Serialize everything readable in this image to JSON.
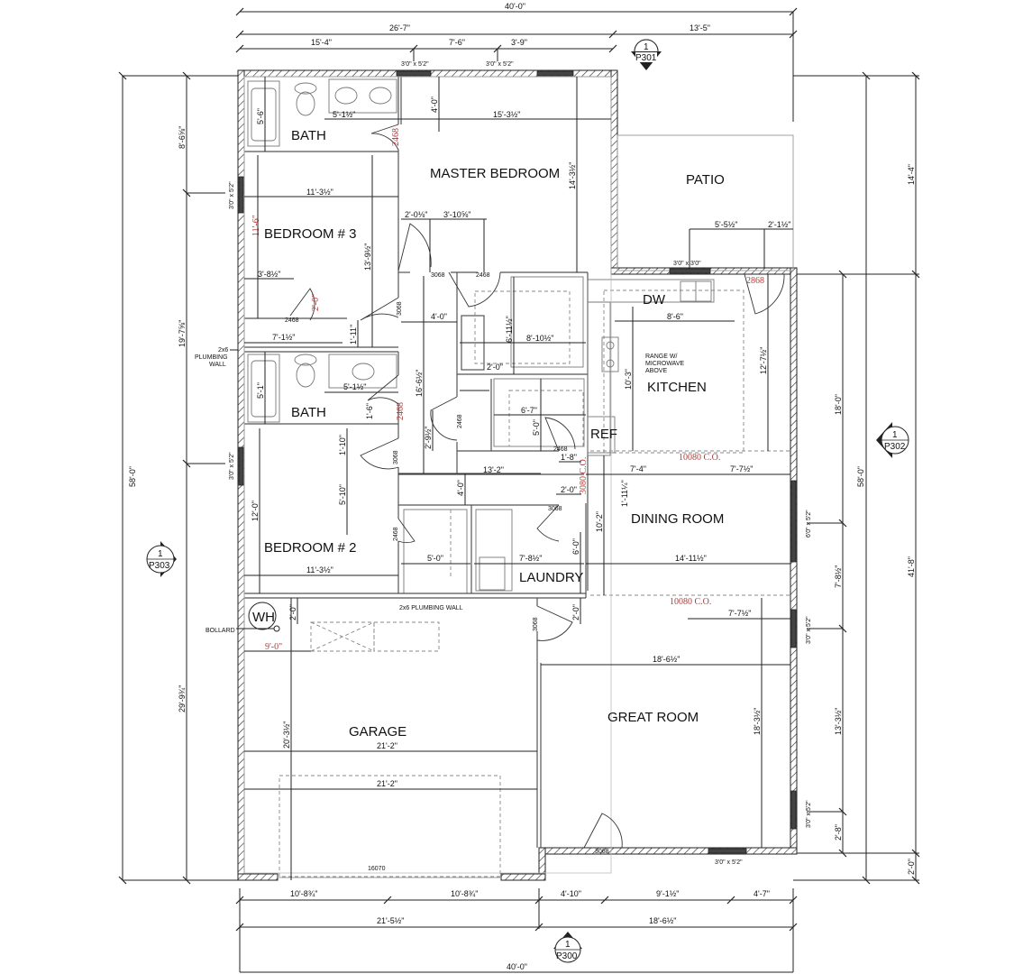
{
  "rooms": {
    "bath_upper": "BATH",
    "master_bedroom": "MASTER BEDROOM",
    "patio": "PATIO",
    "bedroom3": "BEDROOM # 3",
    "bath_lower": "BATH",
    "kitchen": "KITCHEN",
    "bedroom2": "BEDROOM # 2",
    "dining_room": "DINING ROOM",
    "laundry": "LAUNDRY",
    "garage": "GARAGE",
    "great_room": "GREAT ROOM"
  },
  "fixtures": {
    "dw": "DW",
    "ref": "REF",
    "wh": "WH",
    "range_line1": "RANGE W/",
    "range_line2": "MICROWAVE",
    "range_line3": "ABOVE",
    "bollard": "BOLLARD",
    "plumbing_wall_line1": "2x6",
    "plumbing_wall_line2": "PLUMBING",
    "plumbing_wall_line3": "WALL",
    "plumbing_wall_garage": "2x6 PLUMBING WALL"
  },
  "section_markers": {
    "top": {
      "num": "1",
      "sheet": "P301"
    },
    "right": {
      "num": "1",
      "sheet": "P302"
    },
    "left": {
      "num": "1",
      "sheet": "P303"
    },
    "bottom": {
      "num": "1",
      "sheet": "P300"
    }
  },
  "dimensions": {
    "top": {
      "overall": "40'-0\"",
      "left_part": "26'-7\"",
      "right_part": "13'-5\"",
      "seg1": "15'-4\"",
      "seg2": "7'-6\"",
      "seg3": "3'-9\"",
      "window1": "3'0\" x 5'2\"",
      "window2": "3'0\" x 5'2\""
    },
    "bottom": {
      "overall": "40'-0\"",
      "left_part": "21'-5½\"",
      "right_part": "18'-6½\"",
      "seg1": "10'-8¾\"",
      "seg2": "10'-8¾\"",
      "seg3": "4'-10\"",
      "seg4": "9'-1½\"",
      "seg5": "4'-7\"",
      "garage_door": "16070",
      "entry_door": "3068",
      "window": "3'0\" x 5'2\""
    },
    "left": {
      "overall": "58'-0\"",
      "seg1": "8'-6⅝\"",
      "seg2": "19'-7⅝\"",
      "seg3": "29'-9¾\"",
      "window1": "3'0\" x 5'2\"",
      "window2": "3'0\" x 5'2\""
    },
    "right": {
      "overall": "58'-0\"",
      "patio": "14'-4\"",
      "lower": "41'-8\"",
      "kitchen_seg": "18'-0\"",
      "seg_a": "7'-8½\"",
      "seg_b": "13'-3½\"",
      "seg_c": "2'-8\"",
      "bottom_off": "2'-0\"",
      "window_dining": "6'0\" x 5'2\"",
      "window_great1": "3'0\" x 5'2\"",
      "window_great2": "3'0\" x 5'2\""
    },
    "interior": {
      "bath_tub": "5'-6\"",
      "bath_vanity": "5'-1½\"",
      "bath_door": "2468",
      "master_4_0": "4'-0\"",
      "master_width": "15'-3½\"",
      "master_depth": "14'-3½\"",
      "master_2_0": "2'-0⅛\"",
      "master_3_10": "3'-10⅝\"",
      "bed3_width": "11'-3½\"",
      "bed3_red": "11'-6\"",
      "bed3_depth": "13'-9½\"",
      "bed3_3_8": "3'-8½\"",
      "bed3_closet_door": "2468",
      "bed3_red2": "2'-0\"",
      "bed3_closet": "7'-1½\"",
      "bed3_1_11": "1'-11\"",
      "hall_door1": "3068",
      "hall_door2": "3068",
      "wic_door": "2468",
      "hall_4_0": "4'-0\"",
      "wic_6_11": "6'-11½\"",
      "wic_8_10": "8'-10½\"",
      "hall_16_6": "16'-6½\"",
      "linen_2_0": "2'-0\"",
      "bath2_tub": "5'-1\"",
      "bath2_vanity": "5'-1½\"",
      "bath2_door": "2468",
      "bath2_1_6": "1'-6\"",
      "hall_2_9": "2'-9½\"",
      "linen_door": "2468",
      "pantry_6_7": "6'-7\"",
      "pantry_5_0": "5'-0\"",
      "pantry_door": "2468",
      "kitchen_8_6": "8'-6\"",
      "kitchen_10_3": "10'-3\"",
      "kitchen_12_7": "12'-7½\"",
      "kitchen_door": "2868",
      "patio_5_5": "5'-5½\"",
      "patio_2_1": "2'-1½\"",
      "patio_window": "3'0\" x 3'0\"",
      "co_upper": "10080 C.O.",
      "co_lower": "10080 C.O.",
      "co_side": "3080 C.O.",
      "hall_1_8": "1'-8\"",
      "hall_13_2": "13'-2\"",
      "hall_2_0": "2'-0\"",
      "laundry_door": "3068",
      "dining_7_4": "7'-4\"",
      "dining_7_7": "7'-7½\"",
      "dining_1_11": "1'-11¼\"",
      "dining_10_2": "10'-2\"",
      "dining_14_11": "14'-11½\"",
      "bed2_1_10": "1'-10\"",
      "bed2_door": "3068",
      "bed2_5_10": "5'-10\"",
      "bed2_12_0": "12'-0\"",
      "bed2_closet_door": "2468",
      "bed2_width": "11'-3½\"",
      "closet_5_0": "5'-0\"",
      "hall_4_0b": "4'-0\"",
      "laundry_7_8": "7'-8½\"",
      "laundry_6_0": "6'-0\"",
      "garage_door_int": "3068",
      "garage_2_0": "2'-0\"",
      "garage_2_0b": "2'-0\"",
      "garage_red_9_0": "9'-0\"",
      "garage_20_3": "20'-3½\"",
      "garage_21_2a": "21'-2\"",
      "garage_21_2b": "21'-2\"",
      "great_7_7": "7'-7½\"",
      "great_18_6": "18'-6½\"",
      "great_18_3": "18'-3½\""
    }
  }
}
